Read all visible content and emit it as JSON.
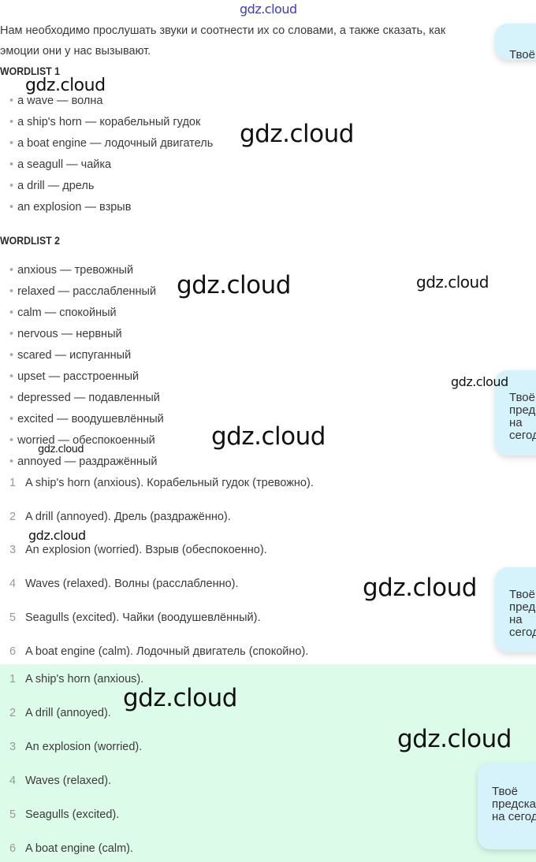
{
  "intro": "Нам необходимо прослушать звуки и соотнести их со словами, а также сказать, как",
  "intro2": "эмоции они у нас вызывают.",
  "wordlist1": {
    "title": "WORDLIST 1",
    "items": [
      "a wave — волна",
      "a ship's horn — корабельный гудок",
      "a boat engine — лодочный двигатель",
      "a seagull — чайка",
      "a drill — дрель",
      "an explosion — взрыв"
    ]
  },
  "wordlist2": {
    "title": "WORDLIST 2",
    "items": [
      "anxious — тревожный",
      "relaxed — расслабленный",
      "calm — спокойный",
      "nervous — нервный",
      "scared — испуганный",
      "upset — расстроенный",
      "depressed — подавленный",
      "excited — воодушевлённый",
      "worried — обеспокоенный",
      "annoyed — раздражённый"
    ]
  },
  "answers": [
    {
      "n": "1",
      "text": "A ship's horn (anxious). Корабельный гудок (тревожно)."
    },
    {
      "n": "2",
      "text": "A drill (annoyed). Дрель (раздражённо)."
    },
    {
      "n": "3",
      "text": "An explosion (worried). Взрыв (обеспокоенно)."
    },
    {
      "n": "4",
      "text": "Waves (relaxed). Волны (расслабленно)."
    },
    {
      "n": "5",
      "text": "Seagulls (excited). Чайки (воодушевлённый)."
    },
    {
      "n": "6",
      "text": "A boat engine (calm). Лодочный двигатель (спокойно)."
    }
  ],
  "answers_en": [
    {
      "n": "1",
      "text": "A ship's horn (anxious)."
    },
    {
      "n": "2",
      "text": "A drill (annoyed)."
    },
    {
      "n": "3",
      "text": "An explosion (worried)."
    },
    {
      "n": "4",
      "text": "Waves (relaxed)."
    },
    {
      "n": "5",
      "text": "Seagulls (excited)."
    },
    {
      "n": "6",
      "text": "A boat engine (calm)."
    }
  ],
  "bubble": {
    "line1": "Твоё",
    "line2": "предсказание",
    "line3": "на сегодня"
  },
  "watermark": "gdz.cloud"
}
